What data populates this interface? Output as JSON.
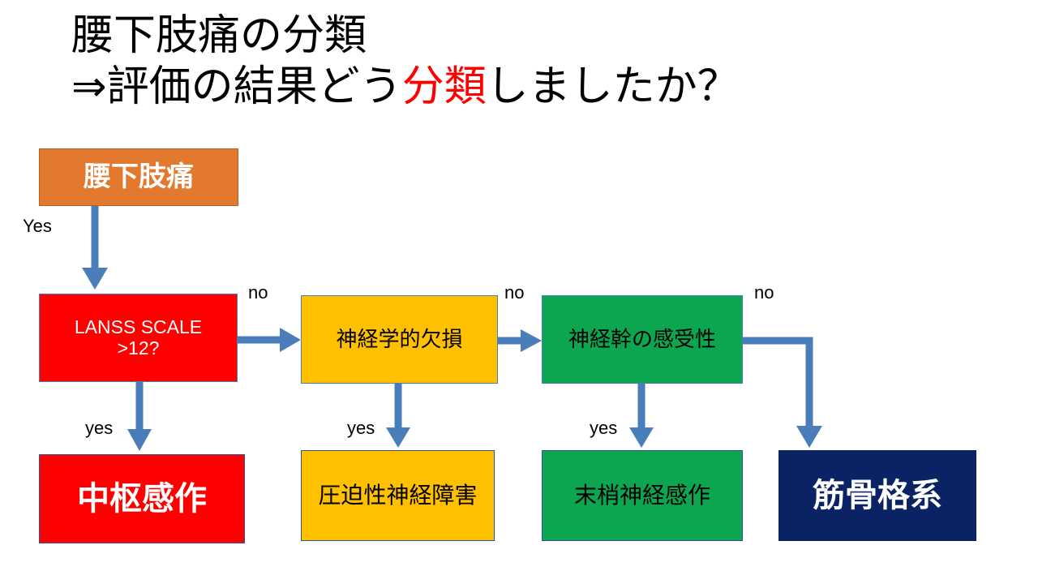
{
  "slide": {
    "title_line_1": "腰下肢痛の分類",
    "title_line_2_pre": "⇒評価の結果どう",
    "title_line_2_highlight": "分類",
    "title_line_2_post": "しましたか？",
    "colors": {
      "background": "#FFFFFF",
      "title_text": "#000000",
      "title_highlight": "#FF0000",
      "orange": "#E3792F",
      "red": "#FF0000",
      "amber": "#FFC000",
      "green": "#0CA650",
      "navy": "#0B2265",
      "arrow_blue": "#4A7EBB"
    }
  },
  "flowchart": {
    "start_node": {
      "label": "腰下肢痛",
      "fill": "#E3792F",
      "text_color": "#FFFFFF"
    },
    "decisions": [
      {
        "id": "lanss",
        "label_line_1": "LANSS SCALE",
        "label_line_2": ">12?",
        "fill": "#FF0000",
        "text_color": "#FFFFFF"
      },
      {
        "id": "neuro-deficit",
        "label_line_1": "神経学的欠損",
        "label_line_2": "",
        "fill": "#FFC000",
        "text_color": "#000000"
      },
      {
        "id": "nerve-trunk",
        "label_line_1": "神経幹の感受性",
        "label_line_2": "",
        "fill": "#0CA650",
        "text_color": "#000000"
      }
    ],
    "outcomes": [
      {
        "id": "central-sensitization",
        "label": "中枢感作",
        "fill": "#FF0000",
        "text_color": "#FFFFFF"
      },
      {
        "id": "compressive-neuropathy",
        "label": "圧迫性神経障害",
        "fill": "#FFC000",
        "text_color": "#000000"
      },
      {
        "id": "peripheral-sensitization",
        "label": "末梢神経感作",
        "fill": "#0CA650",
        "text_color": "#000000"
      },
      {
        "id": "musculoskeletal",
        "label": "筋骨格系",
        "fill": "#0B2265",
        "text_color": "#FFFFFF"
      }
    ],
    "edge_labels": {
      "start_yes": "Yes",
      "no_1": "no",
      "no_2": "no",
      "no_3": "no",
      "yes_1": "yes",
      "yes_2": "yes",
      "yes_3": "yes"
    }
  }
}
